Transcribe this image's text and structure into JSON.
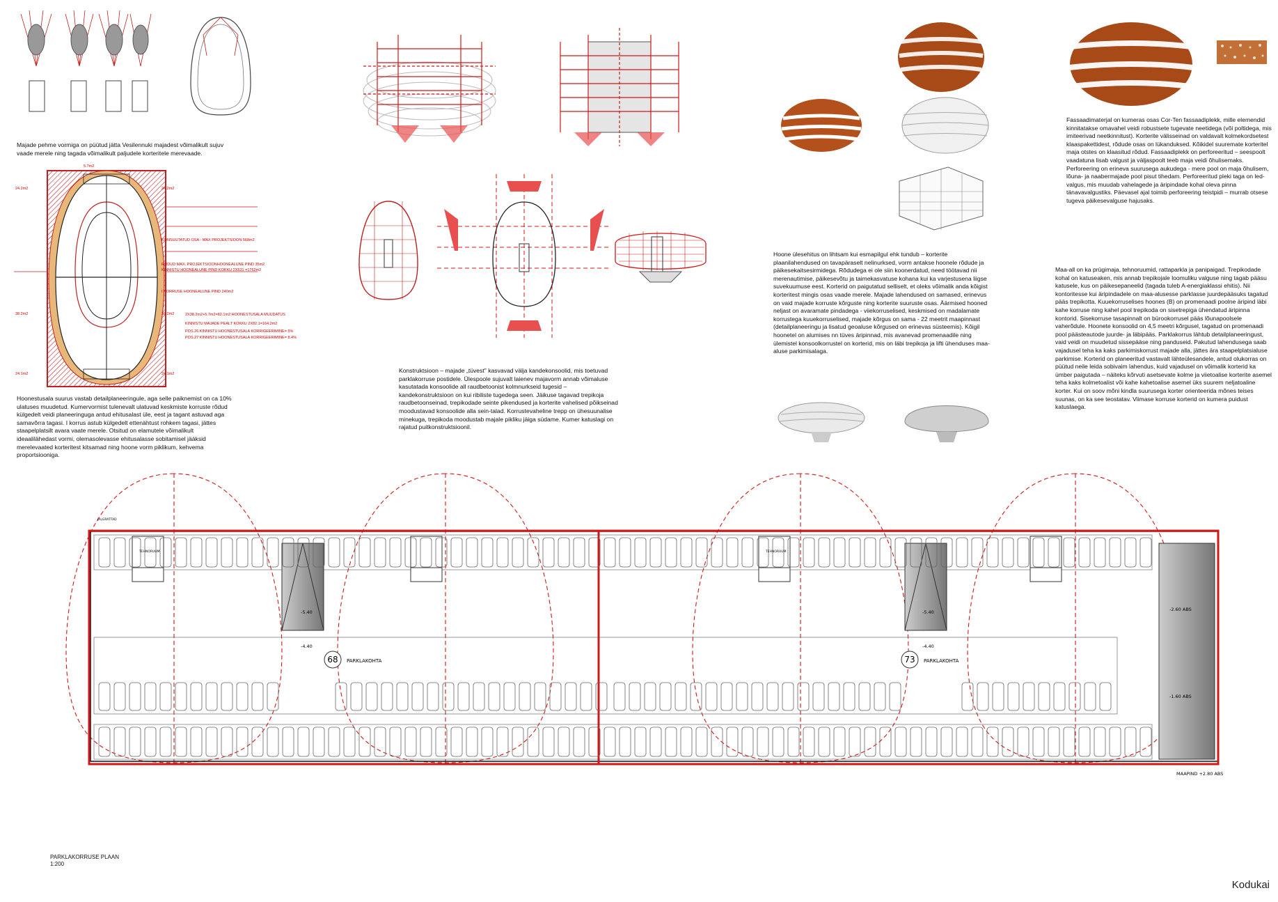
{
  "texts": {
    "intro": "Majade pehme vormiga on püütud jätta Vesilennuki majadest võimalikult sujuv vaade merele ning tagada võimalikult paljudele korteritele merevaade.",
    "building_area": "Hoonestusala suurus vastab detailplaneeringule, aga selle paiknemist on ca 10% ulatuses muudetud. Kumervormist tulenevalt ulatuvad keskmiste korruste rõdud külgedelt veidi planeeringuga antud ehitusalast üle, eest ja tagant astuvad aga samavõrra tagasi. I korrus astub külgedelt ettenähtust rohkem tagasi, jättes staapelplatsilt avara vaate merele. Otsitud on elamutele võimalikult ideaalilähedast vormi, olemasolevasse ehitusalasse sobitamisel jääksid merelevaated korteritest kitsamad ning hoone vorm piklikum, kehvema proportsiooniga.",
    "construction": "Konstruktsioon – majade „tüvest\" kasvavad välja kandekonsoolid, mis toetuvad parklakorruse postidele. Ülespoole sujuvalt laienev majavorm annab võimaluse kasutatada konsoolide all raudbetoonist kolmnurkseid tugesid – kandekonstruktsioon on kui ribiliste tugedega seen. Jäikuse tagavad trepikoja raudbetoonseinad, trepikodade seinte pikendused ja korterite vahelised põikseinad moodustavad konsoolide alla sein-talad. Korrustevaheline trepp on ühesuunalise minekuga, trepikoda moodustab majale pikliku jäiga südame. Kumer katuslagi on rajatud puitkonstruktsioonil.",
    "layout": "Hoone ülesehitus on lihtsam kui esmapilgul ehk tundub – korterite plaanilahendused on tavapäraselt nelinurksed, vorm antakse hoonele rõdude ja päikesekaitsesirmidega. Rõdudega ei ole siin koonerdatud, need töötavad nii merenautimise, päikesevõtu ja taimekasvatuse kohana kui ka varjestusena liigse suvekuumuse eest. Korterid on paigutatud selliselt, et oleks võimalik anda kõigist korteritest mingis osas vaade merele. Majade lahendused on samased, erinevus on vaid majade korruste kõrguste ning korterite suuruste osas. Äärmised hooned neljast on avaramate pindadega - viiekorruselised, keskmised on madalamate korrustega kuuekorruselised, majade kõrgus on sama - 22 meetrit maapinnast (detailplaneeringu ja lisatud geoaluse kõrgused on erinevas süsteemis). Kõigil hoonetel on alumises nn tüves äripinnad, mis avanevad promenaadile ning ülemistel konsoolkorrustel on korterid, mis on läbi trepikoja ja lifti ühenduses maa-aluse parkimisalaga.",
    "facade": "Fassaadimaterjal on kumeras osas Cor-Ten fassaadiplekk, mille elemendid kinnitatakse omavahel veidi robustsete tugevate neetidega (või poltidega, mis imiteerivad neetkinnitust). Korterite välisseinad on valdavalt kolmekordsetest klaaspakettidest, rõdude osas on lükanduksed. Kõikidel suuremate korteritel maja otstes on klaasitud rõdud. Fassaadiplekk on perforeeritud – seespoolt vaadatuna lisab valgust ja väljaspoolt teeb maja veidi õhulisemaks. Perforeering on erineva suurusega aukudega - mere pool on maja õhulisem, lõuna- ja naabermajade pool pisut tihedam. Perforeeritud pleki taga on led-valgus, mis muudab vahelagede ja äripindade kohal oleva pinna tänavavalgustiks. Päevasel ajal toimib perforeering teistpidi – murrab otsese tugeva päikesevalguse hajusaks.",
    "parking": "Maa-all on ka prügimaja, tehnoruumid, rattaparkla ja panipaigad. Trepikodade kohal on katuseaken, mis annab trepikojale loomuliku valguse ning tagab pääsu katusele, kus on päikesepaneelid (tagada tuleb A-energiaklassi ehitis). Nii kontoritesse kui äripindadele on maa-alusesse parklasse juurdepääsuks tagatud pääs trepikotta. Kuuekorruselises hoones (B) on promenaadi poolne äripind läbi kahe korruse ning kahel pool trepikoda on sisetrepiga ühendatud äripinna kontorid. Sisekorruse tasapinnalt on bürookorrusel pääs lõunapoolsele vaherõdule. Hoonete konsoolid on 4,5 meetri kõrgusel, tagatud on promenaadi pool päästeautode juurde- ja läbipääs. Parklakorrus lähtub detailplaneeringust, vaid veidi on muudetud sissepääse ning panduseid. Pakutud lahendusega saab vajadusel teha ka kaks parkimiskorrust majade alla, jättes ära staapelplatsialuse parkimise. Korterid on planeeritud vastavalt lähteülesandele, antud olukorras on püütud neile leida sobivaim lahendus, kuid vajadusel on võimalik korterid ka ümber paigutada – näiteks kõrvuti asetsevate kolme ja viietoalise korterite asemel teha kaks kolmetoalist või kahe kahetoalise asemel üks suurem neljatoaline korter. Kui on soov mõni kindla suurusega korter orienteerida mõnes teises suunas, on ka see teostatav. Viimase korruse korterid on kumera puidust katuslaega."
  },
  "plan_notes": {
    "top": "5.7m2",
    "left_top": "24.2m2",
    "right_top": "24.2m2",
    "left_mid": "38.2m2",
    "right_mid": "38.2m2",
    "left_bottom": "24.1m2",
    "right_bottom": "24.1m2",
    "n1": "KONSUUTATUD OSA - MAX PROJEKTSIOON     568m2",
    "n2": "RÕDUD MAX. PROJEKTSIOONHOONEALUNE PIND  35m2",
    "n3": "KINNISTU HOONEALUNE PIND KOKKU 2X531 =1762m2",
    "n4": "I KORRUSE HOONEALUNE PIND     240m2",
    "n5": "2X38.2m2+5.7m2=82.1m2 HOONESTUSALA MUUDATUS",
    "n6": "KINNISTU MAJADE PEALT KOKKU 2X82.1=164.2m2",
    "n7": "POS.26 KINNISTU HOONESTUSALA KORRIGEERIMINE= 5%",
    "n8": "POS.27 KINNISTU HOONESTUSALA KORRIGEERIMINE= 8.4%"
  },
  "parking_plan": {
    "elev_main": "-5.40",
    "elev_lower": "-4.40",
    "elev_ramp_top": "-2.60 ABS",
    "elev_ramp_bottom": "-1.60 ABS",
    "ground_level": "MAAPIND +2.80 ABS",
    "left_count": "68",
    "right_count": "73",
    "count_label": "PARKLAKOHTA",
    "room_tech": "TEHNORUUM",
    "room_bike": "JALGRATTAD"
  },
  "plan_title": "PARKLAKORRUSE PLAAN",
  "plan_scale": "1:200",
  "brand": "Kodukai",
  "colors": {
    "red": "#d01818",
    "corten": "#b4501c"
  }
}
